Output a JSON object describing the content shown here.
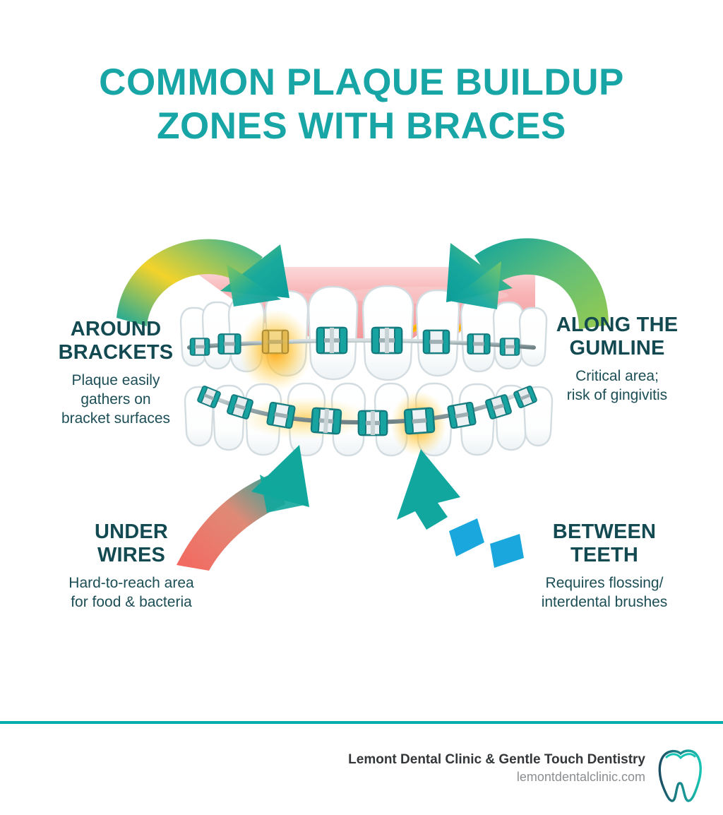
{
  "title": {
    "line1": "COMMON PLAQUE BUILDUP",
    "line2": "ZONES WITH BRACES"
  },
  "callouts": [
    {
      "id": "around-brackets",
      "head_line1": "AROUND",
      "head_line2": "BRACKETS",
      "desc_line1": "Plaque easily",
      "desc_line2": "gathers on",
      "desc_line3": "bracket surfaces",
      "arrow": "curved-arrow-teal-yellow-down-right"
    },
    {
      "id": "along-the-gumline",
      "head_line1": "ALONG THE",
      "head_line2": "GUMLINE",
      "desc_line1": "Critical area;",
      "desc_line2": "risk of gingivitis",
      "desc_line3": "",
      "arrow": "curved-arrow-green-teal-down-left"
    },
    {
      "id": "under-wires",
      "head_line1": "UNDER",
      "head_line2": "WIRES",
      "desc_line1": "Hard-to-reach area",
      "desc_line2": "for food & bacteria",
      "desc_line3": "",
      "arrow": "curved-arrow-coral-teal-up-right"
    },
    {
      "id": "between-teeth",
      "head_line1": "BETWEEN",
      "head_line2": "TEETH",
      "desc_line1": "Requires flossing/",
      "desc_line2": "interdental brushes",
      "desc_line3": "",
      "arrow": "dashed-arrow-blue-teal-up-left"
    }
  ],
  "illustration": {
    "name": "teeth-with-braces-illustration",
    "upper_arch_brackets": 8,
    "lower_arch_brackets": 9,
    "plaque_zones": [
      "around-bracket-upper-left",
      "gumline-upper-right",
      "under-wire-lower-left",
      "between-teeth-lower-right"
    ]
  },
  "footer": {
    "clinic_name": "Lemont Dental Clinic & Gentle Touch Dentistry",
    "website": "lemontdentalclinic.com",
    "logo": "tooth-logo"
  },
  "colors": {
    "title_teal": "#18A5A6",
    "heading_dark_teal": "#134A52",
    "divider_teal": "#00ADAD",
    "gum_pink": "#F6A2A4",
    "plaque_orange": "#F9A825",
    "bracket_teal": "#1E9E9B",
    "arrow_teal": "#12A89E",
    "arrow_yellow": "#F6D328",
    "arrow_green": "#8CC63E",
    "arrow_coral": "#F4665F",
    "arrow_blue": "#19A7DE"
  }
}
